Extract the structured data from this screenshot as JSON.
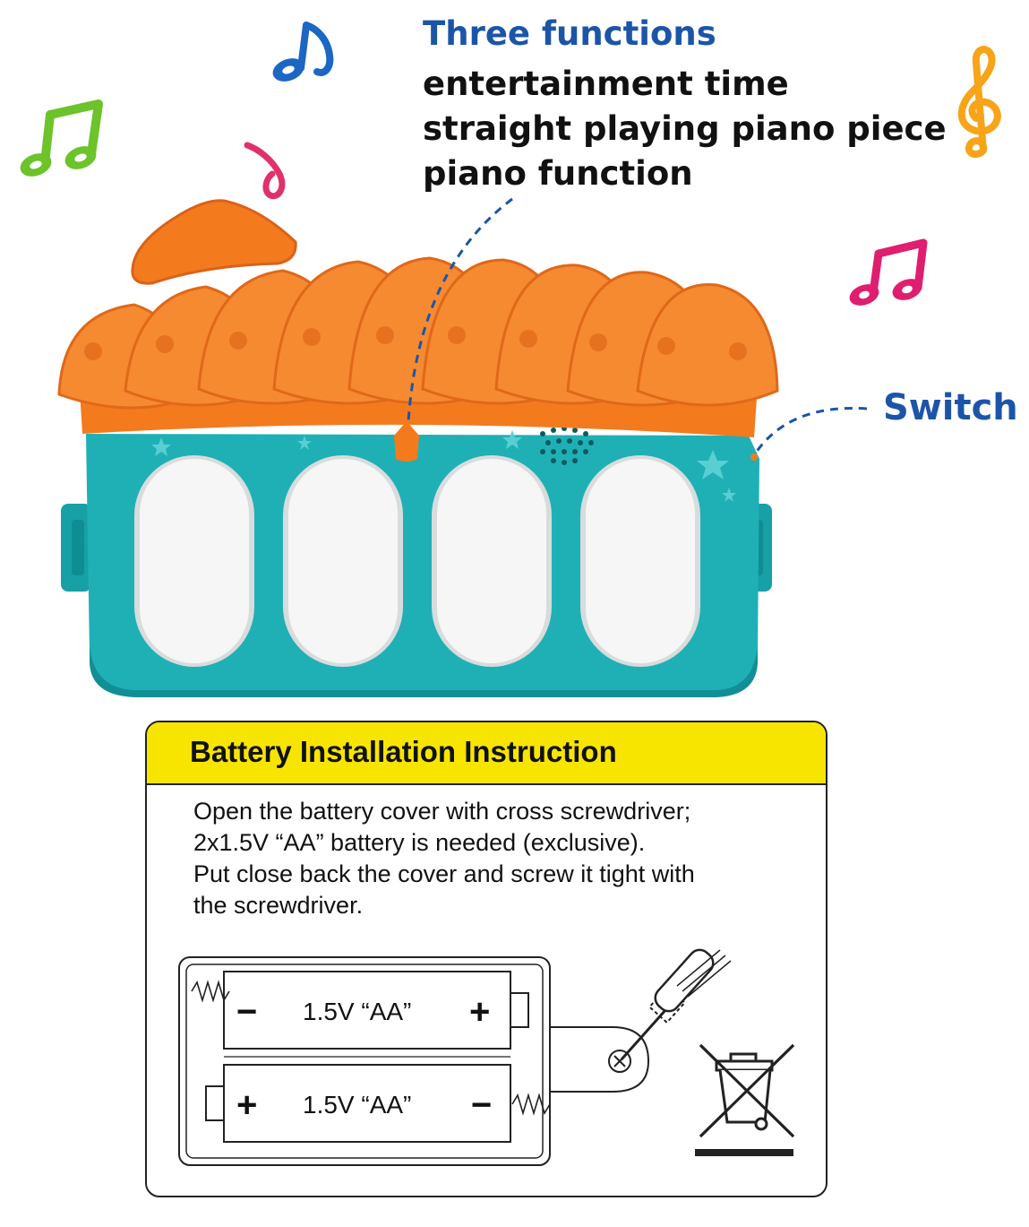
{
  "callout": {
    "title": "Three functions",
    "items": [
      "entertainment time",
      "straight playing piano piece",
      "piano function"
    ],
    "switch_label": "Switch"
  },
  "battery": {
    "title": "Battery Installation Instruction",
    "lines": [
      "Open the battery cover with cross screwdriver;",
      "2x1.5V “AA” battery is needed (exclusive).",
      "Put close back the cover and screw it tight with",
      "the screwdriver."
    ],
    "cell_top": {
      "label": "1.5V “AA”",
      "left_sign": "−",
      "right_sign": "+"
    },
    "cell_bottom": {
      "label": "1.5V “AA”",
      "left_sign": "+",
      "right_sign": "−"
    }
  },
  "colors": {
    "roof_orange": "#f47a1e",
    "body_teal": "#1fb0b6",
    "key_white": "#f6f6f6",
    "accent_blue": "#1c55a8",
    "header_yellow": "#f7e500"
  },
  "icons": [
    "music-note-blue-icon",
    "music-note-green-icon",
    "music-note-pink-icon",
    "treble-clef-icon",
    "music-note-magenta-icon",
    "screwdriver-icon",
    "crossed-bin-icon",
    "speaker-grille-icon"
  ]
}
